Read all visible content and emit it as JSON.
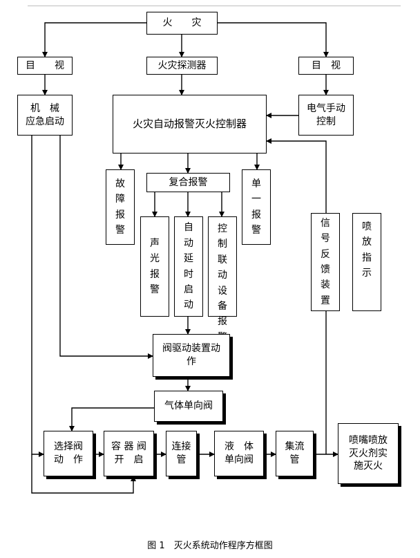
{
  "boxes": {
    "fire": "火　　灾",
    "visual_left": "目　　视",
    "detector": "火灾探测器",
    "visual_right": "目　视",
    "mechanical": "机　械\n应急启动",
    "controller": "火灾自动报警灭火控制器",
    "manual_electric": "电气手动\n控制",
    "fault_alarm": "故障报警",
    "composite_alarm": "复合报警",
    "single_alarm": "单一报警",
    "sound_light": "声光报警",
    "auto_delay": "自动延时启动",
    "linkage_alarm": "控制联动设备报警",
    "signal_feedback": "信号反馈装置",
    "spray_indicator": "喷放指示",
    "valve_driver": "阀驱动装置动\n作",
    "gas_check_valve": "气体单向阀",
    "select_valve": "选择阀\n动　作",
    "container_valve": "容 器 阀\n开　启",
    "connect_pipe": "连接\n管",
    "liquid_check_valve": "液　体\n单向阀",
    "manifold": "集流\n管",
    "nozzle": "喷嘴喷放\n灭火剂实\n施灭火"
  },
  "caption": "图 1　灭火系统动作程序方框图"
}
